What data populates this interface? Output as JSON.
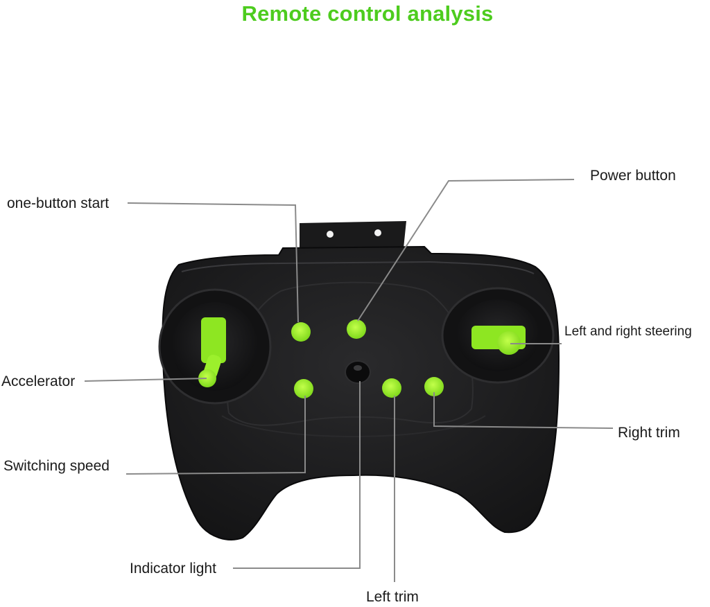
{
  "title": "Remote control analysis",
  "colors": {
    "title": "#4dcc1e",
    "accent_green": "#8ee622",
    "controller_body": "#1c1c1e",
    "leader_line": "#8a8a8a"
  },
  "labels": {
    "power_button": "Power button",
    "one_button_start": "one-button start",
    "left_right_steering": "Left and right steering",
    "accelerator": "Accelerator",
    "right_trim": "Right trim",
    "switching_speed": "Switching speed",
    "indicator_light": "Indicator light",
    "left_trim": "Left trim"
  }
}
